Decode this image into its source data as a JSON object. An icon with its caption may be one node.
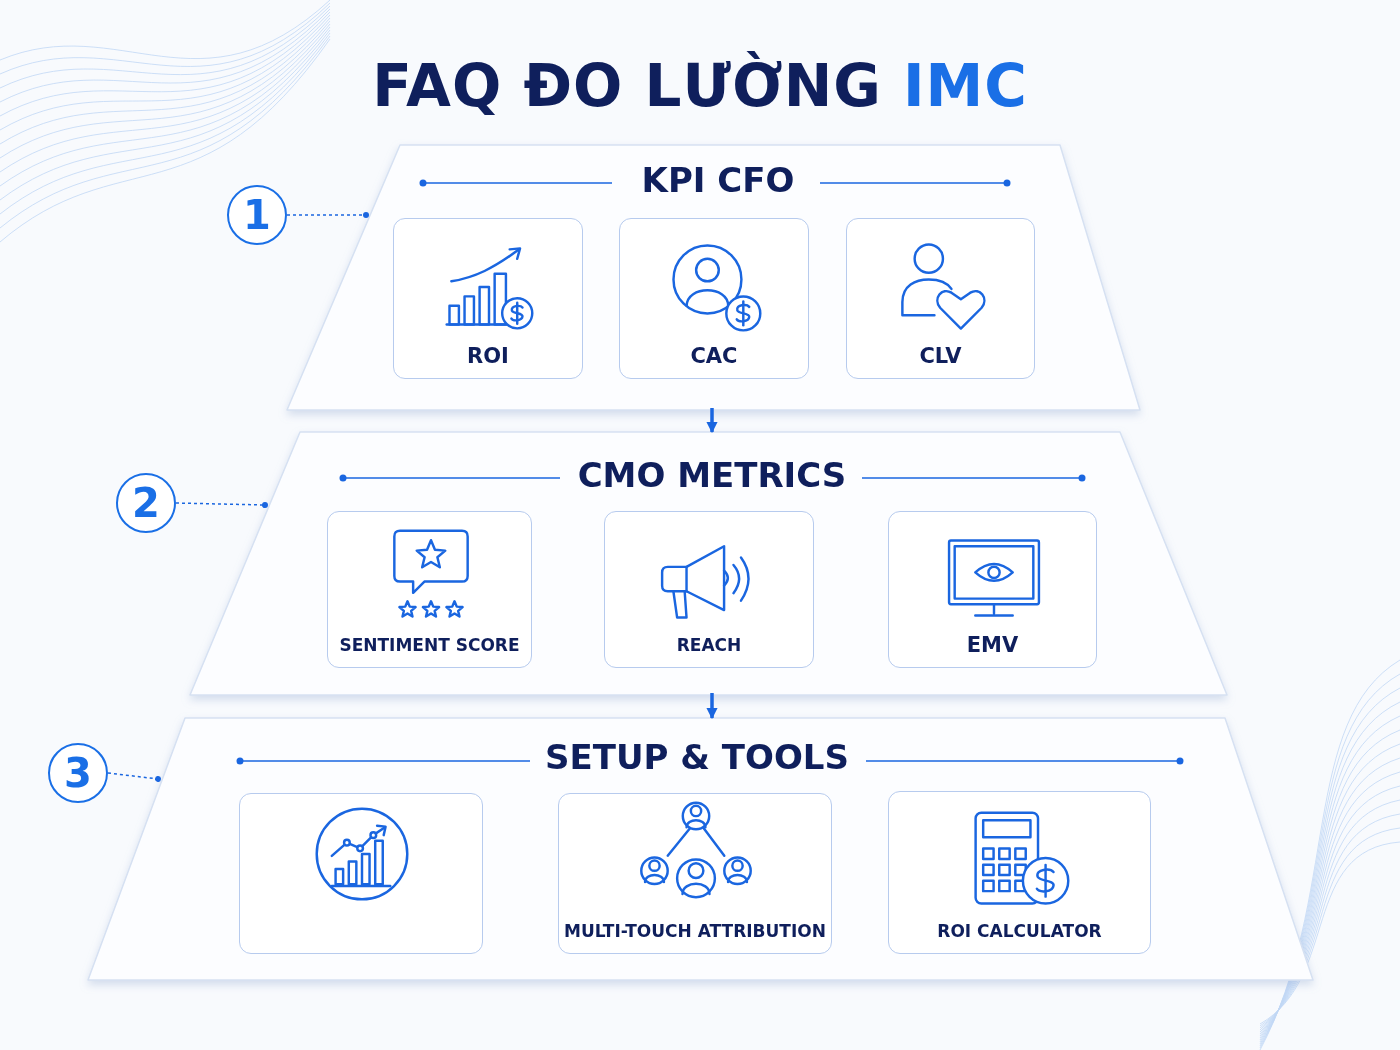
{
  "diagram": {
    "title": "FAQ ĐO LƯỜNG IMC",
    "nodes": [
      {
        "text": [
          "KPI CFO"
        ]
      },
      {
        "text": [
          "ROI"
        ],
        "in": 0
      },
      {
        "text": [
          "CAC"
        ],
        "in": 0
      },
      {
        "text": [
          "CLV"
        ],
        "in": 0
      },
      {
        "text": [
          "CMO METRICS"
        ]
      },
      {
        "text": [
          "SENTIMENT SCORE"
        ],
        "in": 4
      },
      {
        "text": [
          "REACH"
        ],
        "in": 4
      },
      {
        "text": [
          "EMV"
        ],
        "in": 4
      },
      {
        "text": [
          "SETUP & TOOLS"
        ]
      },
      {
        "text": [],
        "shape": "box",
        "in": 8
      },
      {
        "text": [
          "MULTI-TOUCH ATTRIBUTION"
        ],
        "in": 8
      },
      {
        "text": [
          "ROI CALCULATOR"
        ],
        "in": 8
      },
      {
        "text": [
          "1"
        ]
      },
      {
        "text": [
          "2"
        ]
      },
      {
        "text": [
          "3"
        ]
      }
    ],
    "edges": [
      {
        "from": 0,
        "to": 4,
        "arrow": "to"
      },
      {
        "from": 4,
        "to": 8,
        "arrow": "to"
      },
      {
        "from": 12,
        "to": 0,
        "arrow": "other",
        "style": "dashed"
      },
      {
        "from": 13,
        "to": 4,
        "arrow": "other",
        "style": "dashed"
      },
      {
        "from": 14,
        "to": 8,
        "arrow": "other",
        "style": "dashed"
      }
    ]
  }
}
